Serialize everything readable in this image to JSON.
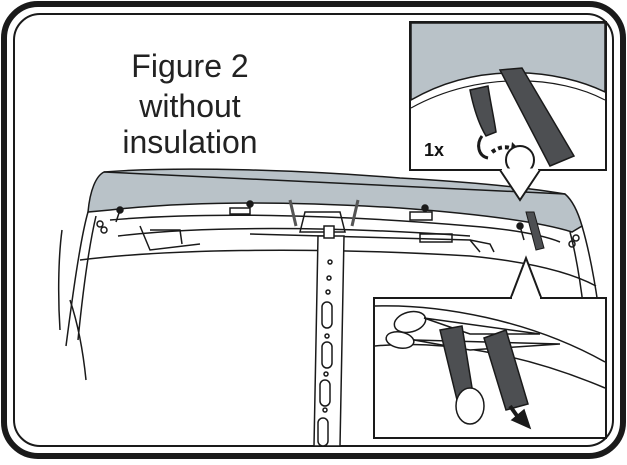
{
  "figure": {
    "title_line1": "Figure 2",
    "title_line2": "without insulation",
    "inset_top_label": "1x"
  },
  "colors": {
    "ink": "#1a1a1a",
    "hood_grey": "#b9c2c8",
    "strap_grey": "#4d4f52",
    "background": "#ffffff"
  }
}
